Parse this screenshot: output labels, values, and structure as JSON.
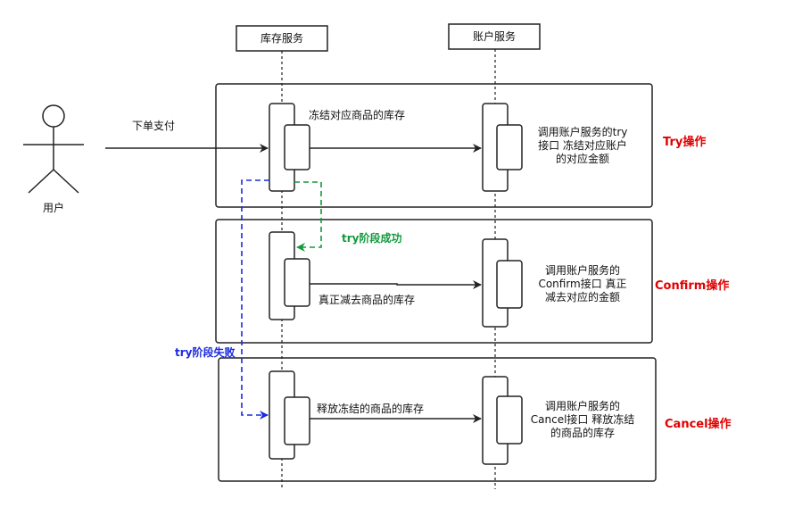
{
  "participants": {
    "inventory": "库存服务",
    "account": "账户服务",
    "user": "用户"
  },
  "messages": {
    "order_pay": "下单支付",
    "freeze_stock": "冻结对应商品的库存",
    "real_deduct": "真正减去商品的库存",
    "release_stock": "释放冻结的商品的库存"
  },
  "notes": {
    "try_account": [
      "调用账户服务的try",
      "接口 冻结对应账户",
      "的对应金额"
    ],
    "confirm_account": [
      "调用账户服务的",
      "Confirm接口 真正",
      "减去对应的金额"
    ],
    "cancel_account": [
      "调用账户服务的",
      "Cancel接口 释放冻结",
      "的商品的库存"
    ]
  },
  "phases": {
    "try": "Try操作",
    "confirm": "Confirm操作",
    "cancel": "Cancel操作"
  },
  "transitions": {
    "try_success": "try阶段成功",
    "try_fail": "try阶段失败"
  },
  "colors": {
    "phase_label": "#e00000",
    "success_arrow": "#109a3c",
    "fail_arrow": "#1a2be0",
    "line": "#222222"
  }
}
